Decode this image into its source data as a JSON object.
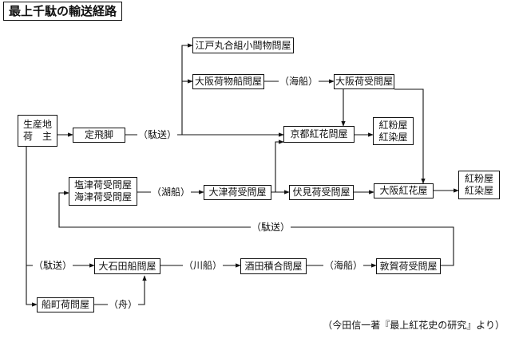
{
  "title": "最上千駄の輸送経路",
  "nodes": {
    "origin": [
      "生産地",
      "荷　主"
    ],
    "sadatobikyaku": [
      "定飛脚"
    ],
    "edo": [
      "江戸丸合組小間物問屋"
    ],
    "osaka_mono": [
      "大阪荷物船問屋"
    ],
    "osaka_ni": [
      "大阪荷受問屋"
    ],
    "kyoto_benibana": [
      "京都紅花問屋"
    ],
    "kyoto_beni": [
      "紅粉屋",
      "紅染屋"
    ],
    "shiotsu": [
      "塩津荷受問屋",
      "海津荷受問屋"
    ],
    "otsu": [
      "大津荷受問屋"
    ],
    "fushimi": [
      "伏見荷受問屋"
    ],
    "osaka_benibana": [
      "大阪紅花屋"
    ],
    "osaka_beni": [
      "紅粉屋",
      "紅染屋"
    ],
    "oishida": [
      "大石田船問屋"
    ],
    "sakata": [
      "酒田積合問屋"
    ],
    "tsuruga": [
      "敦賀荷受問屋"
    ],
    "funamachi": [
      "船町荷問屋"
    ]
  },
  "labels": {
    "dasou1": "（駄送）",
    "kaisen1": "（海船）",
    "kosen": "（湖船）",
    "dasou2": "（駄送）",
    "dasou3": "（駄送）",
    "kawa": "（川船）",
    "kaisen2": "（海船）",
    "fune": "（舟）"
  },
  "source": "（今田信一著『最上紅花史の研究』より）"
}
